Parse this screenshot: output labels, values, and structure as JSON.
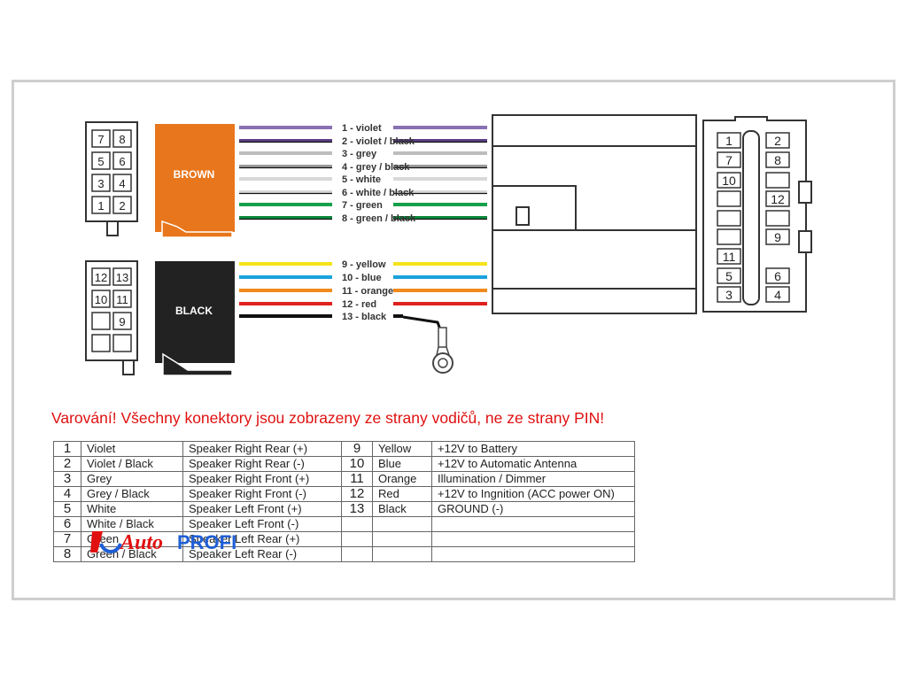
{
  "connectors": {
    "brown": {
      "label": "BROWN",
      "color": "#e8761c",
      "pins": [
        "7",
        "8",
        "5",
        "6",
        "3",
        "4",
        "1",
        "2"
      ]
    },
    "black": {
      "label": "BLACK",
      "color": "#222222",
      "pins": [
        "12",
        "13",
        "10",
        "11",
        "",
        "9",
        "",
        ""
      ]
    },
    "right": {
      "left_pins": [
        "1",
        "7",
        "10",
        "11",
        "5",
        "3"
      ],
      "right_pins": [
        "2",
        "8",
        "12",
        "9",
        "6",
        "4"
      ]
    }
  },
  "wires": [
    {
      "label": "1 - violet",
      "color": "#8a6fb3"
    },
    {
      "label": "2 - violet / black",
      "color": "#5b3f86",
      "stripe": "#111111"
    },
    {
      "label": "3 - grey",
      "color": "#bdbdbd"
    },
    {
      "label": "4 - grey / black",
      "color": "#9b9b9b",
      "stripe": "#111111"
    },
    {
      "label": "5 - white",
      "color": "#f1f1f1"
    },
    {
      "label": "6 - white / black",
      "color": "#e6e6e6",
      "stripe": "#111111"
    },
    {
      "label": "7 - green",
      "color": "#16a04a"
    },
    {
      "label": "8 - green / black",
      "color": "#0e8a3c",
      "stripe": "#111111"
    },
    {
      "label": "9 - yellow",
      "color": "#f6e21a"
    },
    {
      "label": "10 - blue",
      "color": "#1aa3dd"
    },
    {
      "label": "11 - orange",
      "color": "#f08a1c"
    },
    {
      "label": "12 - red",
      "color": "#e0201c"
    },
    {
      "label": "13 - black",
      "color": "#111111"
    }
  ],
  "warning": "Varování! Všechny konektory jsou zobrazeny ze strany vodičů, ne ze strany PIN!",
  "table": {
    "left": [
      {
        "num": "1",
        "color": "Violet",
        "function": "Speaker Right Rear (+)"
      },
      {
        "num": "2",
        "color": "Violet / Black",
        "function": "Speaker Right Rear (-)"
      },
      {
        "num": "3",
        "color": "Grey",
        "function": "Speaker Right Front (+)"
      },
      {
        "num": "4",
        "color": "Grey / Black",
        "function": "Speaker Right Front (-)"
      },
      {
        "num": "5",
        "color": "White",
        "function": "Speaker Left Front (+)"
      },
      {
        "num": "6",
        "color": "White / Black",
        "function": "Speaker Left Front (-)"
      },
      {
        "num": "7",
        "color": "Green",
        "function": "Speaker Left Rear (+)"
      },
      {
        "num": "8",
        "color": "Green / Black",
        "function": "Speaker Left Rear (-)"
      }
    ],
    "right": [
      {
        "num": "9",
        "color": "Yellow",
        "function": "+12V to Battery"
      },
      {
        "num": "10",
        "color": "Blue",
        "function": "+12V to Automatic Antenna"
      },
      {
        "num": "11",
        "color": "Orange",
        "function": "Illumination / Dimmer"
      },
      {
        "num": "12",
        "color": "Red",
        "function": "+12V to Ingnition (ACC power ON)"
      },
      {
        "num": "13",
        "color": "Black",
        "function": "GROUND (-)"
      },
      {
        "num": "",
        "color": "",
        "function": ""
      },
      {
        "num": "",
        "color": "",
        "function": ""
      },
      {
        "num": "",
        "color": "",
        "function": ""
      }
    ]
  },
  "logo": {
    "part1": "Auto",
    "part2": "PROFI",
    "icon": "autoprofi-logo-icon",
    "color1": "#e01010",
    "color2": "#1f5fd6"
  }
}
